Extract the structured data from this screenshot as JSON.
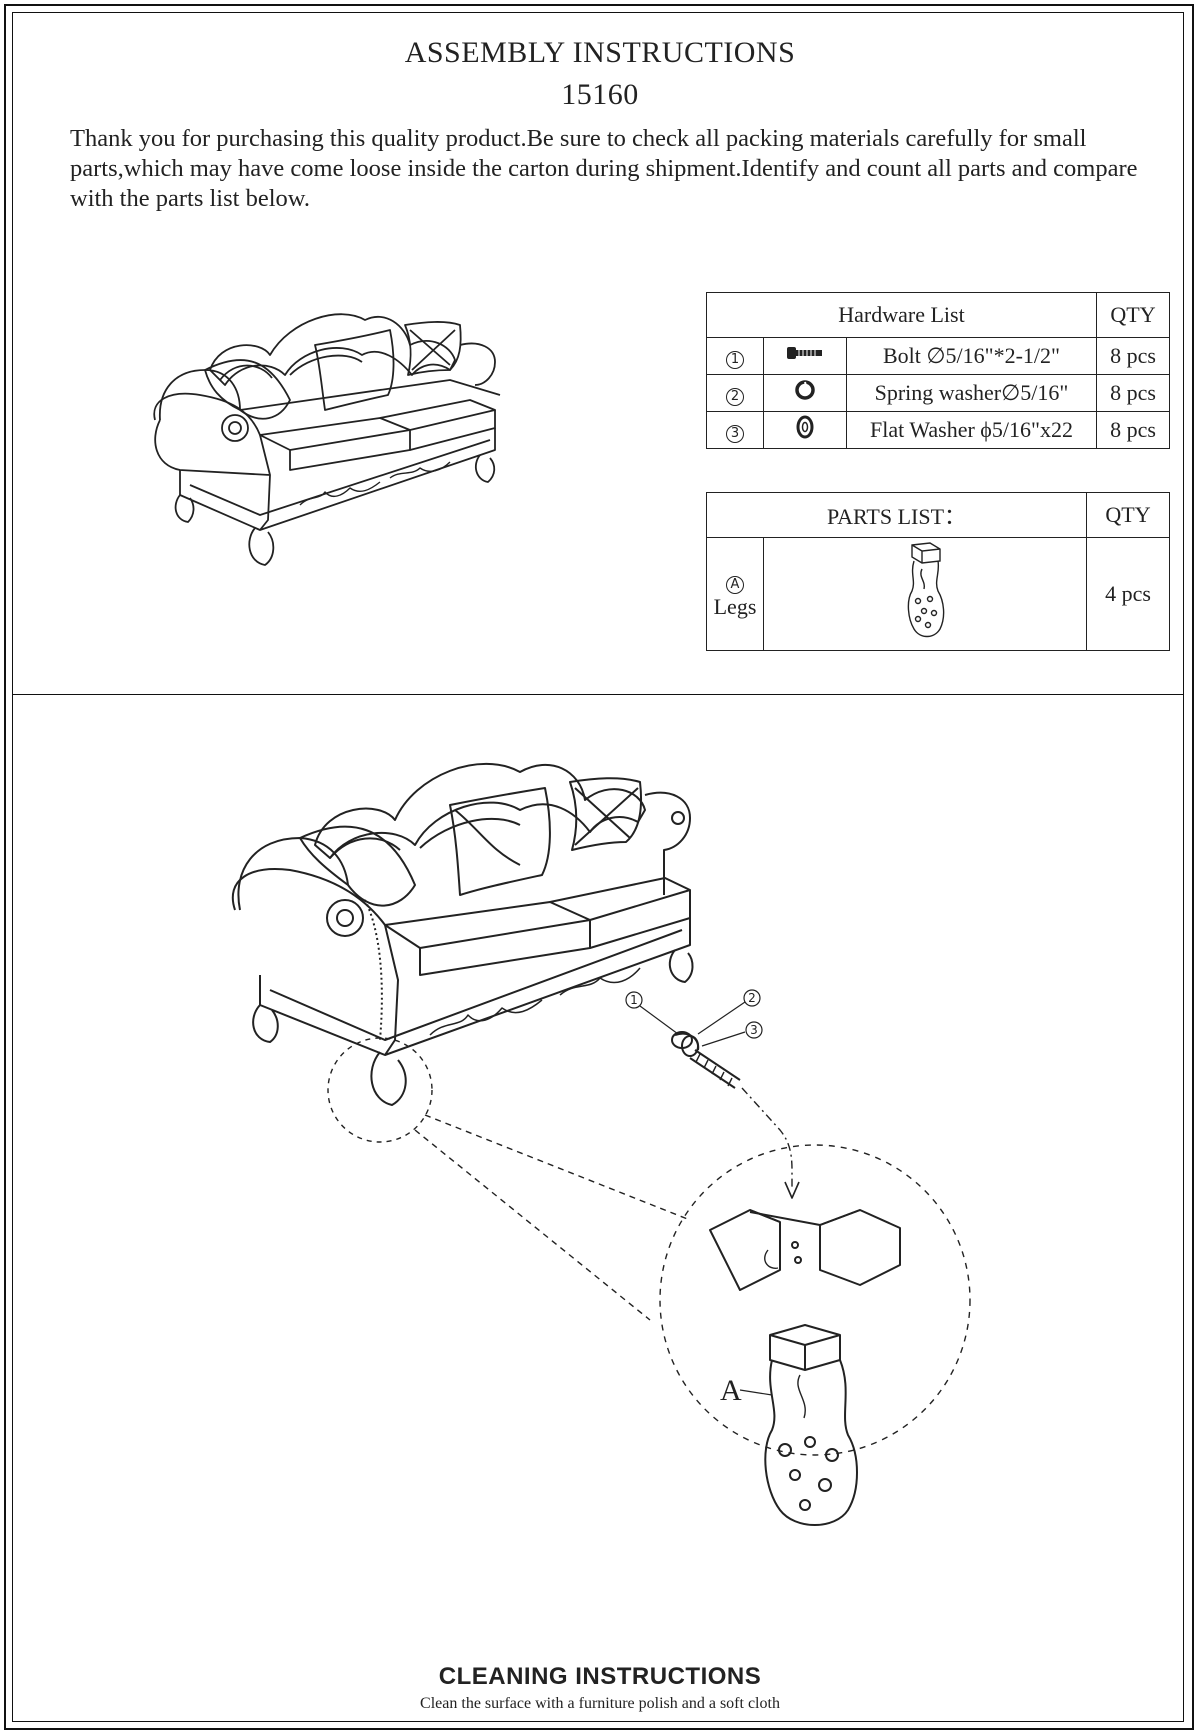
{
  "header": {
    "title": "ASSEMBLY INSTRUCTIONS",
    "model": "15160",
    "intro": "Thank you for purchasing this quality product.Be sure to check all packing materials carefully for small parts,which may have come loose inside the carton during shipment.Identify and count all parts and compare with the parts list below."
  },
  "hardware": {
    "header": "Hardware List",
    "qty_header": "QTY",
    "items": [
      {
        "num": "1",
        "icon": "bolt-icon",
        "name": "Bolt  ∅5/16\"*2-1/2\"",
        "qty": "8 pcs"
      },
      {
        "num": "2",
        "icon": "spring-washer-icon",
        "name": "Spring washer∅5/16\"",
        "qty": "8 pcs"
      },
      {
        "num": "3",
        "icon": "flat-washer-icon",
        "name": "Flat Washer ϕ5/16\"x22",
        "qty": "8 pcs"
      }
    ]
  },
  "parts": {
    "header": "PARTS LIST：",
    "qty_header": "QTY",
    "items": [
      {
        "num": "A",
        "name": "Legs",
        "icon": "leg-icon",
        "qty": "4 pcs"
      }
    ]
  },
  "diagram": {
    "callouts": [
      "1",
      "2",
      "3"
    ],
    "part_label": "A"
  },
  "cleaning": {
    "title": "CLEANING INSTRUCTIONS",
    "text": "Clean the surface with a furniture polish and a soft cloth"
  }
}
